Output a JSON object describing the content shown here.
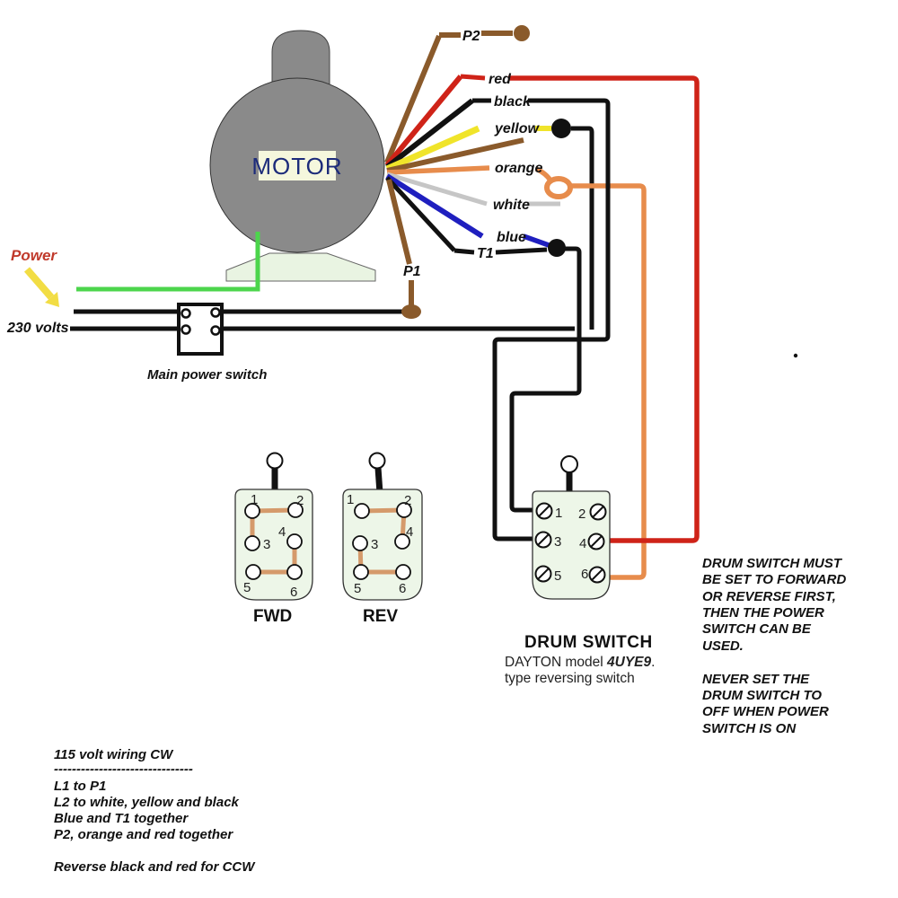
{
  "diagram": {
    "motor_label": "MOTOR",
    "power_label": "Power",
    "voltage_label": "230 volts",
    "main_switch_label": "Main power switch"
  },
  "wire_labels": {
    "p2": "P2",
    "red": "red",
    "black": "black",
    "yellow": "yellow",
    "orange": "orange",
    "white": "white",
    "blue": "blue",
    "t1": "T1",
    "p1": "P1"
  },
  "fwd_switch": {
    "name": "FWD",
    "terminals": [
      "1",
      "2",
      "3",
      "4",
      "5",
      "6"
    ]
  },
  "rev_switch": {
    "name": "REV",
    "terminals": [
      "1",
      "2",
      "3",
      "4",
      "5",
      "6"
    ]
  },
  "drum_switch": {
    "name": "DRUM SWITCH",
    "model_prefix": "DAYTON model ",
    "model_number": "4UYE9",
    "model_suffix": ".",
    "type_line": "type reversing switch",
    "terminals": [
      "1",
      "2",
      "3",
      "4",
      "5",
      "6"
    ]
  },
  "warning_notes": {
    "para1": [
      "DRUM SWITCH MUST",
      "BE SET TO FORWARD",
      "OR REVERSE FIRST,",
      "THEN THE POWER",
      "SWITCH CAN BE",
      "USED."
    ],
    "para2": [
      "NEVER SET THE",
      "DRUM SWITCH TO",
      "OFF WHEN POWER",
      "SWITCH IS ON"
    ]
  },
  "wiring_notes": {
    "title": "115 volt wiring CW",
    "divider": "-------------------------------",
    "lines": [
      "L1 to P1",
      "L2 to white, yellow and black",
      "Blue and T1 together",
      "P2, orange and red together"
    ],
    "footer": "Reverse black and red for CCW"
  },
  "colors": {
    "wire_red": "#cf2318",
    "wire_black": "#111111",
    "wire_yellow": "#f0e42a",
    "wire_orange": "#e78c4c",
    "wire_white": "#c6c6c6",
    "wire_blue": "#1f1fbf",
    "wire_brown": "#8a5a2b",
    "wire_green": "#4cd54c",
    "connector_tan": "#d59a6b",
    "motor_gray": "#8a8a8a",
    "plate_green": "#edf6e8",
    "motor_text_navy": "#1c2b7a",
    "power_text_red": "#c0392b",
    "arrow_yellow": "#f2dd44"
  }
}
